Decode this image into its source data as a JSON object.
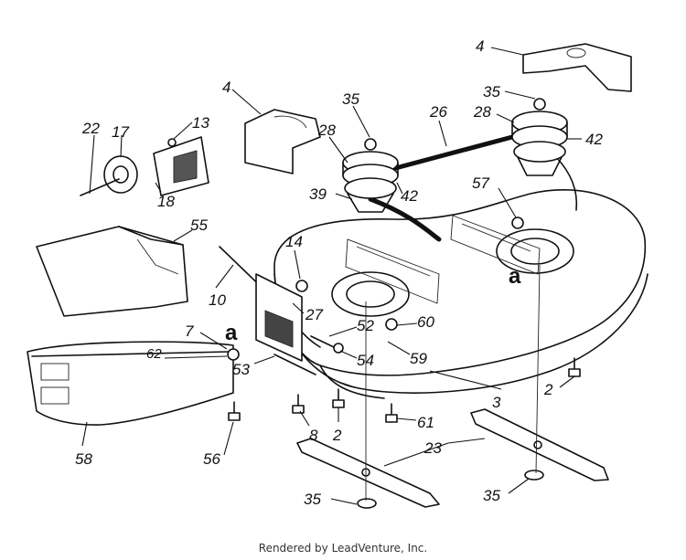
{
  "diagram": {
    "callouts": {
      "c4a": "4",
      "c4b": "4",
      "c35a": "35",
      "c35b": "35",
      "c35c": "35",
      "c35d": "35",
      "c28a": "28",
      "c28b": "28",
      "c26": "26",
      "c42a": "42",
      "c42b": "42",
      "c22": "22",
      "c17": "17",
      "c13": "13",
      "c18": "18",
      "c39": "39",
      "c57": "57",
      "c55": "55",
      "c14": "14",
      "c10": "10",
      "cAa": "a",
      "cAb": "a",
      "c27": "27",
      "c52": "52",
      "c60": "60",
      "c7": "7",
      "c62": "62",
      "c53": "53",
      "c54": "54",
      "c59": "59",
      "c2a": "2",
      "c2b": "2",
      "c3": "3",
      "c8": "8",
      "c61": "61",
      "c56": "56",
      "c58": "58",
      "c23": "23"
    }
  },
  "footer": {
    "text": "Rendered by LeadVenture, Inc."
  }
}
